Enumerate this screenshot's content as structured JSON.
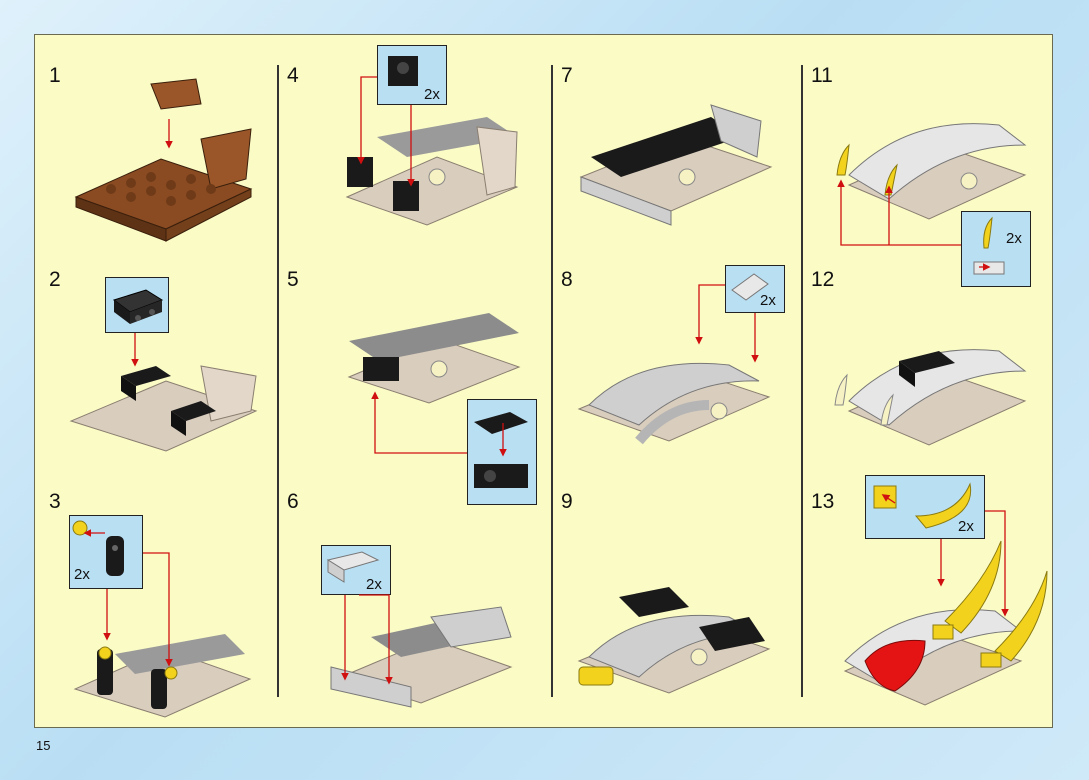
{
  "page_number": "15",
  "colors": {
    "brown": "#8a4b22",
    "tan": "#d9cdbd",
    "gray": "#8c8c8c",
    "lightgray": "#cfcfcf",
    "black": "#1a1a1a",
    "yellow": "#f2d21c",
    "red": "#e51414",
    "arrow": "#d01010"
  },
  "steps": [
    {
      "number": "1"
    },
    {
      "number": "2"
    },
    {
      "number": "3",
      "qty": "2x"
    },
    {
      "number": "4",
      "qty": "2x"
    },
    {
      "number": "5"
    },
    {
      "number": "6",
      "qty": "2x"
    },
    {
      "number": "7"
    },
    {
      "number": "8",
      "qty": "2x"
    },
    {
      "number": "9"
    },
    {
      "number": "11",
      "qty": "2x"
    },
    {
      "number": "12"
    },
    {
      "number": "13",
      "qty": "2x"
    }
  ]
}
